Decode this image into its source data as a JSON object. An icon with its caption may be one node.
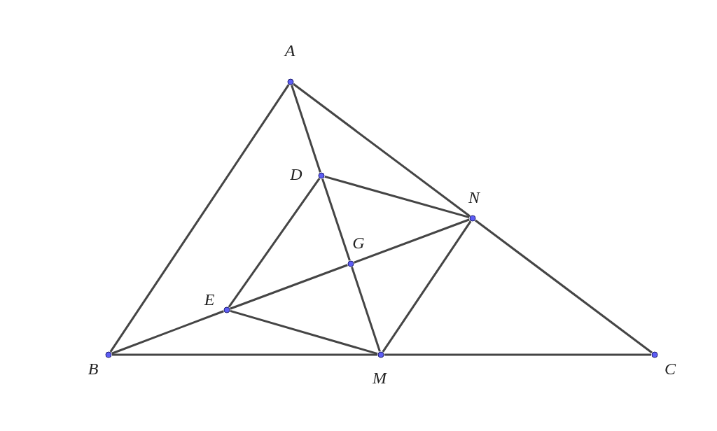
{
  "diagram": {
    "nodes": [
      {
        "text": [],
        "shape": "circle",
        "beside": [
          "A"
        ]
      },
      {
        "text": [],
        "shape": "circle",
        "beside": [
          "D"
        ]
      },
      {
        "text": [],
        "shape": "circle",
        "beside": [
          "N"
        ]
      },
      {
        "text": [],
        "shape": "circle",
        "beside": [
          "G"
        ]
      },
      {
        "text": [],
        "shape": "circle",
        "beside": [
          "E"
        ]
      },
      {
        "text": [],
        "shape": "circle",
        "beside": [
          "B"
        ]
      },
      {
        "text": [],
        "shape": "circle",
        "beside": [
          "M"
        ]
      },
      {
        "text": [],
        "shape": "circle",
        "beside": [
          "C"
        ]
      }
    ],
    "edges": [
      {
        "from": 0,
        "to": 5,
        "arrow": "none"
      },
      {
        "from": 0,
        "to": 2,
        "arrow": "none"
      },
      {
        "from": 2,
        "to": 7,
        "arrow": "none"
      },
      {
        "from": 5,
        "to": 6,
        "arrow": "none"
      },
      {
        "from": 6,
        "to": 7,
        "arrow": "none"
      },
      {
        "from": 0,
        "to": 1,
        "arrow": "none"
      },
      {
        "from": 1,
        "to": 3,
        "arrow": "none"
      },
      {
        "from": 3,
        "to": 6,
        "arrow": "none"
      },
      {
        "from": 1,
        "to": 2,
        "arrow": "none"
      },
      {
        "from": 1,
        "to": 4,
        "arrow": "none"
      },
      {
        "from": 4,
        "to": 3,
        "arrow": "none"
      },
      {
        "from": 3,
        "to": 2,
        "arrow": "none"
      },
      {
        "from": 4,
        "to": 6,
        "arrow": "none"
      },
      {
        "from": 5,
        "to": 4,
        "arrow": "none"
      },
      {
        "from": 2,
        "to": 6,
        "arrow": "none"
      }
    ]
  }
}
